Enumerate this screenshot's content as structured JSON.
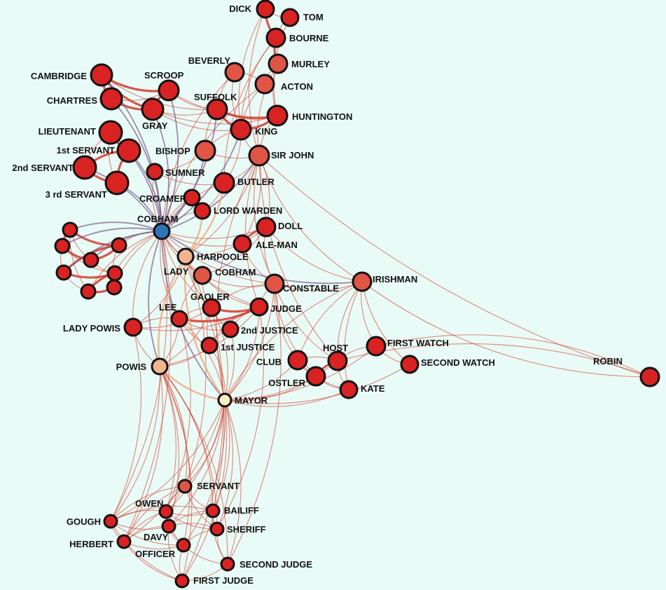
{
  "colors": {
    "background": "#e9fbf6",
    "node_outline": "#111111",
    "node_red": "#d92222",
    "node_coral": "#e05545",
    "node_salmon": "#f2b48e",
    "node_cream": "#fdeec0",
    "node_blue": "#2e75b6",
    "edge_red": "#d33a2c",
    "edge_purple": "#7d5a8c",
    "edge_peach": "#f0a070"
  },
  "nodes": [
    {
      "id": "DICK",
      "label": "DICK",
      "color": "red"
    },
    {
      "id": "TOM",
      "label": "TOM",
      "color": "red"
    },
    {
      "id": "BOURNE",
      "label": "BOURNE",
      "color": "red"
    },
    {
      "id": "MURLEY",
      "label": "MURLEY",
      "color": "coral"
    },
    {
      "id": "BEVERLY",
      "label": "BEVERLY",
      "color": "coral"
    },
    {
      "id": "ACTON",
      "label": "ACTON",
      "color": "coral"
    },
    {
      "id": "CAMBRIDGE",
      "label": "CAMBRIDGE",
      "color": "red"
    },
    {
      "id": "SCROOP",
      "label": "SCROOP",
      "color": "red"
    },
    {
      "id": "CHARTRES",
      "label": "CHARTRES",
      "color": "red"
    },
    {
      "id": "SUFFOLK",
      "label": "SUFFOLK",
      "color": "red"
    },
    {
      "id": "HUNTINGTON",
      "label": "HUNTINGTON",
      "color": "red"
    },
    {
      "id": "GRAY",
      "label": "GRAY",
      "color": "red"
    },
    {
      "id": "KING",
      "label": "KING",
      "color": "red"
    },
    {
      "id": "LIEUTENANT",
      "label": "LIEUTENANT",
      "color": "red"
    },
    {
      "id": "1st SERVANT",
      "label": "1st SERVANT",
      "color": "red"
    },
    {
      "id": "BISHOP",
      "label": "BISHOP",
      "color": "coral"
    },
    {
      "id": "SIR JOHN",
      "label": "SIR JOHN",
      "color": "coral"
    },
    {
      "id": "2nd SERVANT",
      "label": "2nd SERVANT",
      "color": "red"
    },
    {
      "id": "SUMNER",
      "label": "SUMNER",
      "color": "red"
    },
    {
      "id": "3 rd SERVANT",
      "label": "3 rd SERVANT",
      "color": "red"
    },
    {
      "id": "BUTLER",
      "label": "BUTLER",
      "color": "red"
    },
    {
      "id": "CROAMER",
      "label": "CROAMER",
      "color": "red"
    },
    {
      "id": "LORD WARDEN",
      "label": "LORD WARDEN",
      "color": "red"
    },
    {
      "id": "COBHAM",
      "label": "COBHAM",
      "color": "blue"
    },
    {
      "id": "DOLL",
      "label": "DOLL",
      "color": "red"
    },
    {
      "id": "ALE-MAN",
      "label": "ALE-MAN",
      "color": "red"
    },
    {
      "id": "HARPOOLE",
      "label": "HARPOOLE",
      "color": "salmon"
    },
    {
      "id": "LADY COBHAM",
      "label": "LADY",
      "label2": "COBHAM",
      "color": "coral"
    },
    {
      "id": "CONSTABLE",
      "label": "CONSTABLE",
      "color": "coral"
    },
    {
      "id": "IRISHMAN",
      "label": "IRISHMAN",
      "color": "coral"
    },
    {
      "id": "GAOLER",
      "label": "GAOLER",
      "color": "red"
    },
    {
      "id": "LEE",
      "label": "LEE",
      "color": "red"
    },
    {
      "id": "JUDGE",
      "label": "JUDGE",
      "color": "red"
    },
    {
      "id": "LADY POWIS",
      "label": "LADY POWIS",
      "color": "red"
    },
    {
      "id": "2nd JUSTICE",
      "label": "2nd JUSTICE",
      "color": "red"
    },
    {
      "id": "1st JUSTICE",
      "label": "1st JUSTICE",
      "color": "red"
    },
    {
      "id": "FIRST WATCH",
      "label": "FIRST WATCH",
      "color": "red"
    },
    {
      "id": "HOST",
      "label": "HOST",
      "color": "red"
    },
    {
      "id": "CLUB",
      "label": "CLUB",
      "color": "red"
    },
    {
      "id": "SECOND WATCH",
      "label": "SECOND WATCH",
      "color": "red"
    },
    {
      "id": "ROBIN",
      "label": "ROBIN",
      "color": "red"
    },
    {
      "id": "POWIS",
      "label": "POWIS",
      "color": "salmon"
    },
    {
      "id": "OSTLER",
      "label": "OSTLER",
      "color": "red"
    },
    {
      "id": "KATE",
      "label": "KATE",
      "color": "red"
    },
    {
      "id": "MAYOR",
      "label": "MAYOR",
      "color": "cream"
    },
    {
      "id": "SERVANT",
      "label": "SERVANT",
      "color": "coral"
    },
    {
      "id": "OWEN",
      "label": "OWEN",
      "color": "red"
    },
    {
      "id": "BAILIFF",
      "label": "BAILIFF",
      "color": "red"
    },
    {
      "id": "GOUGH",
      "label": "GOUGH",
      "color": "red"
    },
    {
      "id": "SHERIFF",
      "label": "SHERIFF",
      "color": "red"
    },
    {
      "id": "DAVY",
      "label": "DAVY",
      "color": "red"
    },
    {
      "id": "HERBERT",
      "label": "HERBERT",
      "color": "red"
    },
    {
      "id": "OFFICER",
      "label": "OFFICER",
      "color": "red"
    },
    {
      "id": "SECOND JUDGE",
      "label": "SECOND JUDGE",
      "color": "red"
    },
    {
      "id": "FIRST JUDGE",
      "label": "FIRST JUDGE",
      "color": "red"
    },
    {
      "id": "u1",
      "label": "",
      "color": "red"
    },
    {
      "id": "u2",
      "label": "",
      "color": "red"
    },
    {
      "id": "u3",
      "label": "",
      "color": "red"
    },
    {
      "id": "u4",
      "label": "",
      "color": "red"
    },
    {
      "id": "u5",
      "label": "",
      "color": "red"
    },
    {
      "id": "u6",
      "label": "",
      "color": "red"
    },
    {
      "id": "u7",
      "label": "",
      "color": "red"
    },
    {
      "id": "u8",
      "label": "",
      "color": "red"
    }
  ],
  "edges": [
    [
      "DICK",
      "TOM"
    ],
    [
      "DICK",
      "BOURNE"
    ],
    [
      "TOM",
      "BOURNE"
    ],
    [
      "BOURNE",
      "MURLEY"
    ],
    [
      "MURLEY",
      "ACTON"
    ],
    [
      "ACTON",
      "BEVERLY"
    ],
    [
      "BEVERLY",
      "SUFFOLK"
    ],
    [
      "DICK",
      "KING"
    ],
    [
      "TOM",
      "HUNTINGTON"
    ],
    [
      "BOURNE",
      "KING"
    ],
    [
      "MURLEY",
      "HUNTINGTON"
    ],
    [
      "ACTON",
      "KING"
    ],
    [
      "BEVERLY",
      "KING"
    ],
    [
      "DICK",
      "SIR JOHN"
    ],
    [
      "BOURNE",
      "BUTLER"
    ],
    [
      "MURLEY",
      "SIR JOHN"
    ],
    [
      "BEVERLY",
      "COBHAM"
    ],
    [
      "ACTON",
      "COBHAM"
    ],
    [
      "CAMBRIDGE",
      "SCROOP"
    ],
    [
      "CAMBRIDGE",
      "CHARTRES"
    ],
    [
      "CAMBRIDGE",
      "GRAY"
    ],
    [
      "SCROOP",
      "GRAY"
    ],
    [
      "CHARTRES",
      "GRAY"
    ],
    [
      "CHARTRES",
      "SCROOP"
    ],
    [
      "SCROOP",
      "SUFFOLK"
    ],
    [
      "GRAY",
      "SUFFOLK"
    ],
    [
      "GRAY",
      "KING"
    ],
    [
      "CAMBRIDGE",
      "SUFFOLK"
    ],
    [
      "SCROOP",
      "HUNTINGTON"
    ],
    [
      "GRAY",
      "HUNTINGTON"
    ],
    [
      "SUFFOLK",
      "HUNTINGTON"
    ],
    [
      "SUFFOLK",
      "KING"
    ],
    [
      "KING",
      "HUNTINGTON"
    ],
    [
      "KING",
      "BISHOP"
    ],
    [
      "KING",
      "SIR JOHN"
    ],
    [
      "SUFFOLK",
      "BISHOP"
    ],
    [
      "HUNTINGTON",
      "SIR JOHN"
    ],
    [
      "BISHOP",
      "SIR JOHN"
    ],
    [
      "BISHOP",
      "COBHAM"
    ],
    [
      "SUFFOLK",
      "COBHAM"
    ],
    [
      "KING",
      "COBHAM"
    ],
    [
      "SIR JOHN",
      "COBHAM"
    ],
    [
      "LIEUTENANT",
      "1st SERVANT"
    ],
    [
      "LIEUTENANT",
      "2nd SERVANT"
    ],
    [
      "LIEUTENANT",
      "3 rd SERVANT"
    ],
    [
      "1st SERVANT",
      "2nd SERVANT"
    ],
    [
      "1st SERVANT",
      "3 rd SERVANT"
    ],
    [
      "2nd SERVANT",
      "3 rd SERVANT"
    ],
    [
      "LIEUTENANT",
      "COBHAM"
    ],
    [
      "1st SERVANT",
      "COBHAM"
    ],
    [
      "2nd SERVANT",
      "COBHAM"
    ],
    [
      "3 rd SERVANT",
      "COBHAM"
    ],
    [
      "CHARTRES",
      "COBHAM"
    ],
    [
      "CAMBRIDGE",
      "COBHAM"
    ],
    [
      "GRAY",
      "COBHAM"
    ],
    [
      "SCROOP",
      "COBHAM"
    ],
    [
      "SUMNER",
      "COBHAM"
    ],
    [
      "SUMNER",
      "BUTLER"
    ],
    [
      "SUMNER",
      "BISHOP"
    ],
    [
      "CROAMER",
      "COBHAM"
    ],
    [
      "CROAMER",
      "LORD WARDEN"
    ],
    [
      "LORD WARDEN",
      "COBHAM"
    ],
    [
      "BUTLER",
      "COBHAM"
    ],
    [
      "BUTLER",
      "SIR JOHN"
    ],
    [
      "BUTLER",
      "KING"
    ],
    [
      "BUTLER",
      "HARPOOLE"
    ],
    [
      "LORD WARDEN",
      "HARPOOLE"
    ],
    [
      "LORD WARDEN",
      "BUTLER"
    ],
    [
      "COBHAM",
      "u1"
    ],
    [
      "COBHAM",
      "u2"
    ],
    [
      "COBHAM",
      "u3"
    ],
    [
      "COBHAM",
      "u4"
    ],
    [
      "COBHAM",
      "u5"
    ],
    [
      "COBHAM",
      "u6"
    ],
    [
      "COBHAM",
      "u7"
    ],
    [
      "COBHAM",
      "u8"
    ],
    [
      "u1",
      "u2"
    ],
    [
      "u1",
      "u3"
    ],
    [
      "u1",
      "u4"
    ],
    [
      "u2",
      "u3"
    ],
    [
      "u2",
      "u5"
    ],
    [
      "u3",
      "u4"
    ],
    [
      "u3",
      "u6"
    ],
    [
      "u4",
      "u5"
    ],
    [
      "u4",
      "u8"
    ],
    [
      "u5",
      "u6"
    ],
    [
      "u5",
      "u7"
    ],
    [
      "u6",
      "u7"
    ],
    [
      "u6",
      "u8"
    ],
    [
      "u7",
      "u8"
    ],
    [
      "u2",
      "u6"
    ],
    [
      "u1",
      "u7"
    ],
    [
      "COBHAM",
      "HARPOOLE"
    ],
    [
      "COBHAM",
      "LADY COBHAM"
    ],
    [
      "COBHAM",
      "POWIS"
    ],
    [
      "COBHAM",
      "LADY POWIS"
    ],
    [
      "COBHAM",
      "MAYOR"
    ],
    [
      "COBHAM",
      "DOLL"
    ],
    [
      "COBHAM",
      "ALE-MAN"
    ],
    [
      "COBHAM",
      "CONSTABLE"
    ],
    [
      "COBHAM",
      "IRISHMAN"
    ],
    [
      "COBHAM",
      "LEE"
    ],
    [
      "COBHAM",
      "GAOLER"
    ],
    [
      "COBHAM",
      "JUDGE"
    ],
    [
      "HARPOOLE",
      "LADY COBHAM"
    ],
    [
      "HARPOOLE",
      "POWIS"
    ],
    [
      "HARPOOLE",
      "MAYOR"
    ],
    [
      "HARPOOLE",
      "DOLL"
    ],
    [
      "HARPOOLE",
      "SIR JOHN"
    ],
    [
      "HARPOOLE",
      "GAOLER"
    ],
    [
      "LADY COBHAM",
      "CONSTABLE"
    ],
    [
      "LADY COBHAM",
      "GAOLER"
    ],
    [
      "LADY COBHAM",
      "LEE"
    ],
    [
      "LADY COBHAM",
      "JUDGE"
    ],
    [
      "LADY COBHAM",
      "DOLL"
    ],
    [
      "DOLL",
      "ALE-MAN"
    ],
    [
      "DOLL",
      "SIR JOHN"
    ],
    [
      "DOLL",
      "CONSTABLE"
    ],
    [
      "DOLL",
      "IRISHMAN"
    ],
    [
      "ALE-MAN",
      "CONSTABLE"
    ],
    [
      "ALE-MAN",
      "SIR JOHN"
    ],
    [
      "SIR JOHN",
      "CONSTABLE"
    ],
    [
      "SIR JOHN",
      "IRISHMAN"
    ],
    [
      "SIR JOHN",
      "ROBIN"
    ],
    [
      "SIR JOHN",
      "MAYOR"
    ],
    [
      "SIR JOHN",
      "JUDGE"
    ],
    [
      "SIR JOHN",
      "HOST"
    ],
    [
      "CONSTABLE",
      "IRISHMAN"
    ],
    [
      "CONSTABLE",
      "JUDGE"
    ],
    [
      "CONSTABLE",
      "GAOLER"
    ],
    [
      "CONSTABLE",
      "HOST"
    ],
    [
      "CONSTABLE",
      "CLUB"
    ],
    [
      "CONSTABLE",
      "OSTLER"
    ],
    [
      "IRISHMAN",
      "FIRST WATCH"
    ],
    [
      "IRISHMAN",
      "SECOND WATCH"
    ],
    [
      "IRISHMAN",
      "HOST"
    ],
    [
      "IRISHMAN",
      "MAYOR"
    ],
    [
      "IRISHMAN",
      "ROBIN"
    ],
    [
      "IRISHMAN",
      "CLUB"
    ],
    [
      "IRISHMAN",
      "KATE"
    ],
    [
      "GAOLER",
      "LEE"
    ],
    [
      "GAOLER",
      "JUDGE"
    ],
    [
      "GAOLER",
      "2nd JUSTICE"
    ],
    [
      "GAOLER",
      "1st JUSTICE"
    ],
    [
      "LEE",
      "JUDGE"
    ],
    [
      "LEE",
      "LADY POWIS"
    ],
    [
      "LEE",
      "2nd JUSTICE"
    ],
    [
      "LEE",
      "1st JUSTICE"
    ],
    [
      "JUDGE",
      "2nd JUSTICE"
    ],
    [
      "JUDGE",
      "1st JUSTICE"
    ],
    [
      "2nd JUSTICE",
      "1st JUSTICE"
    ],
    [
      "LADY POWIS",
      "POWIS"
    ],
    [
      "LADY POWIS",
      "GAOLER"
    ],
    [
      "LADY POWIS",
      "JUDGE"
    ],
    [
      "LADY POWIS",
      "HARPOOLE"
    ],
    [
      "POWIS",
      "MAYOR"
    ],
    [
      "POWIS",
      "LEE"
    ],
    [
      "POWIS",
      "JUDGE"
    ],
    [
      "POWIS",
      "GAOLER"
    ],
    [
      "POWIS",
      "1st JUSTICE"
    ],
    [
      "MAYOR",
      "JUDGE"
    ],
    [
      "MAYOR",
      "LEE"
    ],
    [
      "MAYOR",
      "1st JUSTICE"
    ],
    [
      "MAYOR",
      "2nd JUSTICE"
    ],
    [
      "MAYOR",
      "HOST"
    ],
    [
      "MAYOR",
      "CLUB"
    ],
    [
      "MAYOR",
      "OSTLER"
    ],
    [
      "MAYOR",
      "KATE"
    ],
    [
      "MAYOR",
      "CONSTABLE"
    ],
    [
      "MAYOR",
      "FIRST WATCH"
    ],
    [
      "MAYOR",
      "SECOND WATCH"
    ],
    [
      "MAYOR",
      "GAOLER"
    ],
    [
      "HOST",
      "CLUB"
    ],
    [
      "HOST",
      "OSTLER"
    ],
    [
      "HOST",
      "KATE"
    ],
    [
      "CLUB",
      "OSTLER"
    ],
    [
      "OSTLER",
      "KATE"
    ],
    [
      "CLUB",
      "KATE"
    ],
    [
      "FIRST WATCH",
      "SECOND WATCH"
    ],
    [
      "FIRST WATCH",
      "HOST"
    ],
    [
      "ROBIN",
      "HOST"
    ],
    [
      "ROBIN",
      "FIRST WATCH"
    ],
    [
      "SERVANT",
      "OWEN"
    ],
    [
      "SERVANT",
      "BAILIFF"
    ],
    [
      "SERVANT",
      "GOUGH"
    ],
    [
      "SERVANT",
      "SHERIFF"
    ],
    [
      "SERVANT",
      "DAVY"
    ],
    [
      "SERVANT",
      "HERBERT"
    ],
    [
      "OWEN",
      "BAILIFF"
    ],
    [
      "OWEN",
      "GOUGH"
    ],
    [
      "OWEN",
      "SHERIFF"
    ],
    [
      "OWEN",
      "DAVY"
    ],
    [
      "OWEN",
      "HERBERT"
    ],
    [
      "OWEN",
      "OFFICER"
    ],
    [
      "BAILIFF",
      "SHERIFF"
    ],
    [
      "BAILIFF",
      "DAVY"
    ],
    [
      "BAILIFF",
      "GOUGH"
    ],
    [
      "GOUGH",
      "DAVY"
    ],
    [
      "GOUGH",
      "HERBERT"
    ],
    [
      "GOUGH",
      "OFFICER"
    ],
    [
      "SHERIFF",
      "DAVY"
    ],
    [
      "SHERIFF",
      "OFFICER"
    ],
    [
      "SHERIFF",
      "SECOND JUDGE"
    ],
    [
      "DAVY",
      "HERBERT"
    ],
    [
      "DAVY",
      "OFFICER"
    ],
    [
      "HERBERT",
      "OFFICER"
    ],
    [
      "HERBERT",
      "FIRST JUDGE"
    ],
    [
      "OFFICER",
      "FIRST JUDGE"
    ],
    [
      "OFFICER",
      "SECOND JUDGE"
    ],
    [
      "FIRST JUDGE",
      "SECOND JUDGE"
    ],
    [
      "BAILIFF",
      "SECOND JUDGE"
    ],
    [
      "GOUGH",
      "FIRST JUDGE"
    ],
    [
      "DAVY",
      "FIRST JUDGE"
    ],
    [
      "SERVANT",
      "MAYOR"
    ],
    [
      "OWEN",
      "MAYOR"
    ],
    [
      "BAILIFF",
      "MAYOR"
    ],
    [
      "SHERIFF",
      "MAYOR"
    ],
    [
      "GOUGH",
      "MAYOR"
    ],
    [
      "HERBERT",
      "MAYOR"
    ],
    [
      "DAVY",
      "MAYOR"
    ],
    [
      "OFFICER",
      "MAYOR"
    ],
    [
      "SECOND JUDGE",
      "MAYOR"
    ],
    [
      "FIRST JUDGE",
      "MAYOR"
    ],
    [
      "SERVANT",
      "POWIS"
    ],
    [
      "OWEN",
      "POWIS"
    ],
    [
      "GOUGH",
      "POWIS"
    ],
    [
      "HERBERT",
      "POWIS"
    ],
    [
      "DAVY",
      "POWIS"
    ],
    [
      "FIRST JUDGE",
      "POWIS"
    ],
    [
      "SECOND JUDGE",
      "POWIS"
    ],
    [
      "SHERIFF",
      "POWIS"
    ],
    [
      "BAILIFF",
      "POWIS"
    ],
    [
      "OFFICER",
      "POWIS"
    ],
    [
      "GOUGH",
      "LADY POWIS"
    ],
    [
      "HERBERT",
      "COBHAM"
    ],
    [
      "SERVANT",
      "HARPOOLE"
    ],
    [
      "BAILIFF",
      "HARPOOLE"
    ],
    [
      "OWEN",
      "LEE"
    ],
    [
      "SHERIFF",
      "JUDGE"
    ],
    [
      "SECOND JUDGE",
      "CONSTABLE"
    ],
    [
      "FIRST JUDGE",
      "GAOLER"
    ],
    [
      "GOUGH",
      "COBHAM"
    ]
  ],
  "heavy_edges": [
    [
      "CAMBRIDGE",
      "SCROOP"
    ],
    [
      "CAMBRIDGE",
      "CHARTRES"
    ],
    [
      "CHARTRES",
      "GRAY"
    ],
    [
      "SCROOP",
      "GRAY"
    ],
    [
      "CAMBRIDGE",
      "GRAY"
    ],
    [
      "SUFFOLK",
      "HUNTINGTON"
    ],
    [
      "KING",
      "HUNTINGTON"
    ],
    [
      "SUFFOLK",
      "KING"
    ],
    [
      "LIEUTENANT",
      "1st SERVANT"
    ],
    [
      "1st SERVANT",
      "2nd SERVANT"
    ],
    [
      "2nd SERVANT",
      "3 rd SERVANT"
    ],
    [
      "1st SERVANT",
      "3 rd SERVANT"
    ],
    [
      "u1",
      "u2"
    ],
    [
      "u2",
      "u3"
    ],
    [
      "u3",
      "u4"
    ],
    [
      "u4",
      "u5"
    ],
    [
      "u5",
      "u6"
    ],
    [
      "u6",
      "u7"
    ],
    [
      "u7",
      "u8"
    ],
    [
      "u1",
      "u4"
    ],
    [
      "GAOLER",
      "JUDGE"
    ],
    [
      "LEE",
      "JUDGE"
    ],
    [
      "DOLL",
      "ALE-MAN"
    ],
    [
      "HOST",
      "OSTLER"
    ],
    [
      "DICK",
      "BOURNE"
    ],
    [
      "BOURNE",
      "MURLEY"
    ]
  ],
  "purple_edges": [
    [
      "COBHAM",
      "LIEUTENANT"
    ],
    [
      "COBHAM",
      "1st SERVANT"
    ],
    [
      "COBHAM",
      "2nd SERVANT"
    ],
    [
      "COBHAM",
      "3 rd SERVANT"
    ],
    [
      "COBHAM",
      "CAMBRIDGE"
    ],
    [
      "COBHAM",
      "CHARTRES"
    ],
    [
      "COBHAM",
      "u1"
    ],
    [
      "COBHAM",
      "u2"
    ],
    [
      "COBHAM",
      "u3"
    ],
    [
      "COBHAM",
      "u5"
    ],
    [
      "COBHAM",
      "BISHOP"
    ],
    [
      "COBHAM",
      "SUFFOLK"
    ],
    [
      "COBHAM",
      "KING"
    ],
    [
      "COBHAM",
      "IRISHMAN"
    ],
    [
      "COBHAM",
      "POWIS"
    ],
    [
      "COBHAM",
      "MAYOR"
    ],
    [
      "COBHAM",
      "GRAY"
    ],
    [
      "COBHAM",
      "SCROOP"
    ],
    [
      "COBHAM",
      "SIR JOHN"
    ]
  ],
  "peach_edges": [
    [
      "HARPOOLE",
      "MAYOR"
    ],
    [
      "HARPOOLE",
      "POWIS"
    ],
    [
      "POWIS",
      "MAYOR"
    ],
    [
      "HARPOOLE",
      "LADY COBHAM"
    ],
    [
      "HARPOOLE",
      "BUTLER"
    ],
    [
      "HARPOOLE",
      "LORD WARDEN"
    ]
  ]
}
